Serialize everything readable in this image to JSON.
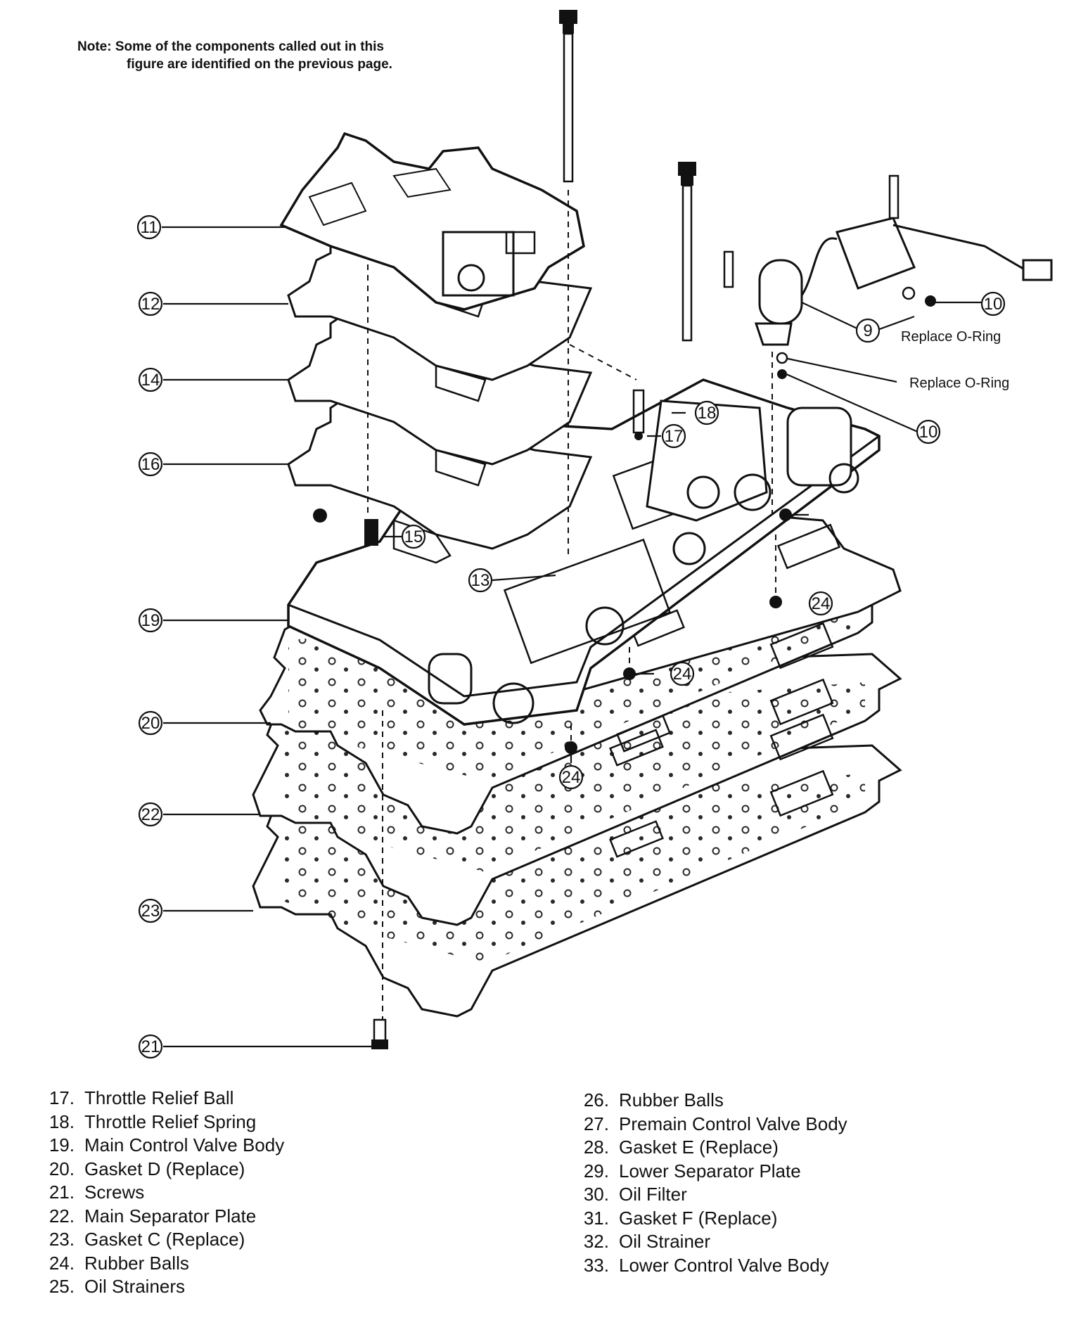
{
  "note": {
    "line1": "Note:  Some of the components called out in this",
    "line2": "figure are identified on the previous page."
  },
  "callouts": [
    "9",
    "10",
    "11",
    "12",
    "13",
    "14",
    "15",
    "16",
    "17",
    "18",
    "19",
    "20",
    "21",
    "22",
    "23",
    "24"
  ],
  "o_ring_labels": {
    "top": "Replace O-Ring",
    "middle": "Replace O-Ring"
  },
  "legend_left": [
    {
      "num": "17.",
      "label": "Throttle Relief Ball"
    },
    {
      "num": "18.",
      "label": "Throttle Relief Spring"
    },
    {
      "num": "19.",
      "label": "Main Control Valve Body"
    },
    {
      "num": "20.",
      "label": "Gasket D (Replace)"
    },
    {
      "num": "21.",
      "label": "Screws"
    },
    {
      "num": "22.",
      "label": "Main Separator Plate"
    },
    {
      "num": "23.",
      "label": "Gasket C (Replace)"
    },
    {
      "num": "24.",
      "label": "Rubber Balls"
    },
    {
      "num": "25.",
      "label": "Oil Strainers"
    }
  ],
  "legend_right": [
    {
      "num": "26.",
      "label": "Rubber Balls"
    },
    {
      "num": "27.",
      "label": "Premain Control Valve Body"
    },
    {
      "num": "28.",
      "label": "Gasket E (Replace)"
    },
    {
      "num": "29.",
      "label": "Lower Separator Plate"
    },
    {
      "num": "30.",
      "label": "Oil Filter"
    },
    {
      "num": "31.",
      "label": "Gasket F (Replace)"
    },
    {
      "num": "32.",
      "label": "Oil Strainer"
    },
    {
      "num": "33.",
      "label": "Lower Control Valve Body"
    }
  ]
}
